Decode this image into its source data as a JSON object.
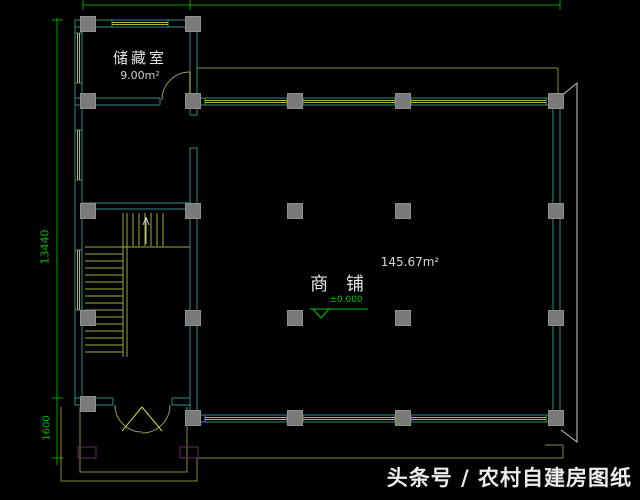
{
  "drawing": {
    "rooms": {
      "storage": {
        "label": "储藏室",
        "area": "9.00m²"
      },
      "shop": {
        "label": "商 铺",
        "area": "145.67m²"
      }
    },
    "elevation": {
      "label": "±0.000"
    },
    "dimensions": {
      "left_total": "13440",
      "left_porch": "1600"
    },
    "watermark": "头条号 / 农村自建房图纸",
    "colors": {
      "background": "#000000",
      "wall": "#2e8b85",
      "window": "#b9b93c",
      "dimension": "#00a400",
      "column_fill": "#7a7a7a",
      "canopy": "#8a8a3a",
      "stair": "#a0aa30",
      "door": "#d8d840",
      "apron": "#c9c9c9",
      "footing": "#652a65",
      "room_text": "#e0e0e0",
      "watermark_text": "#ececec"
    }
  }
}
